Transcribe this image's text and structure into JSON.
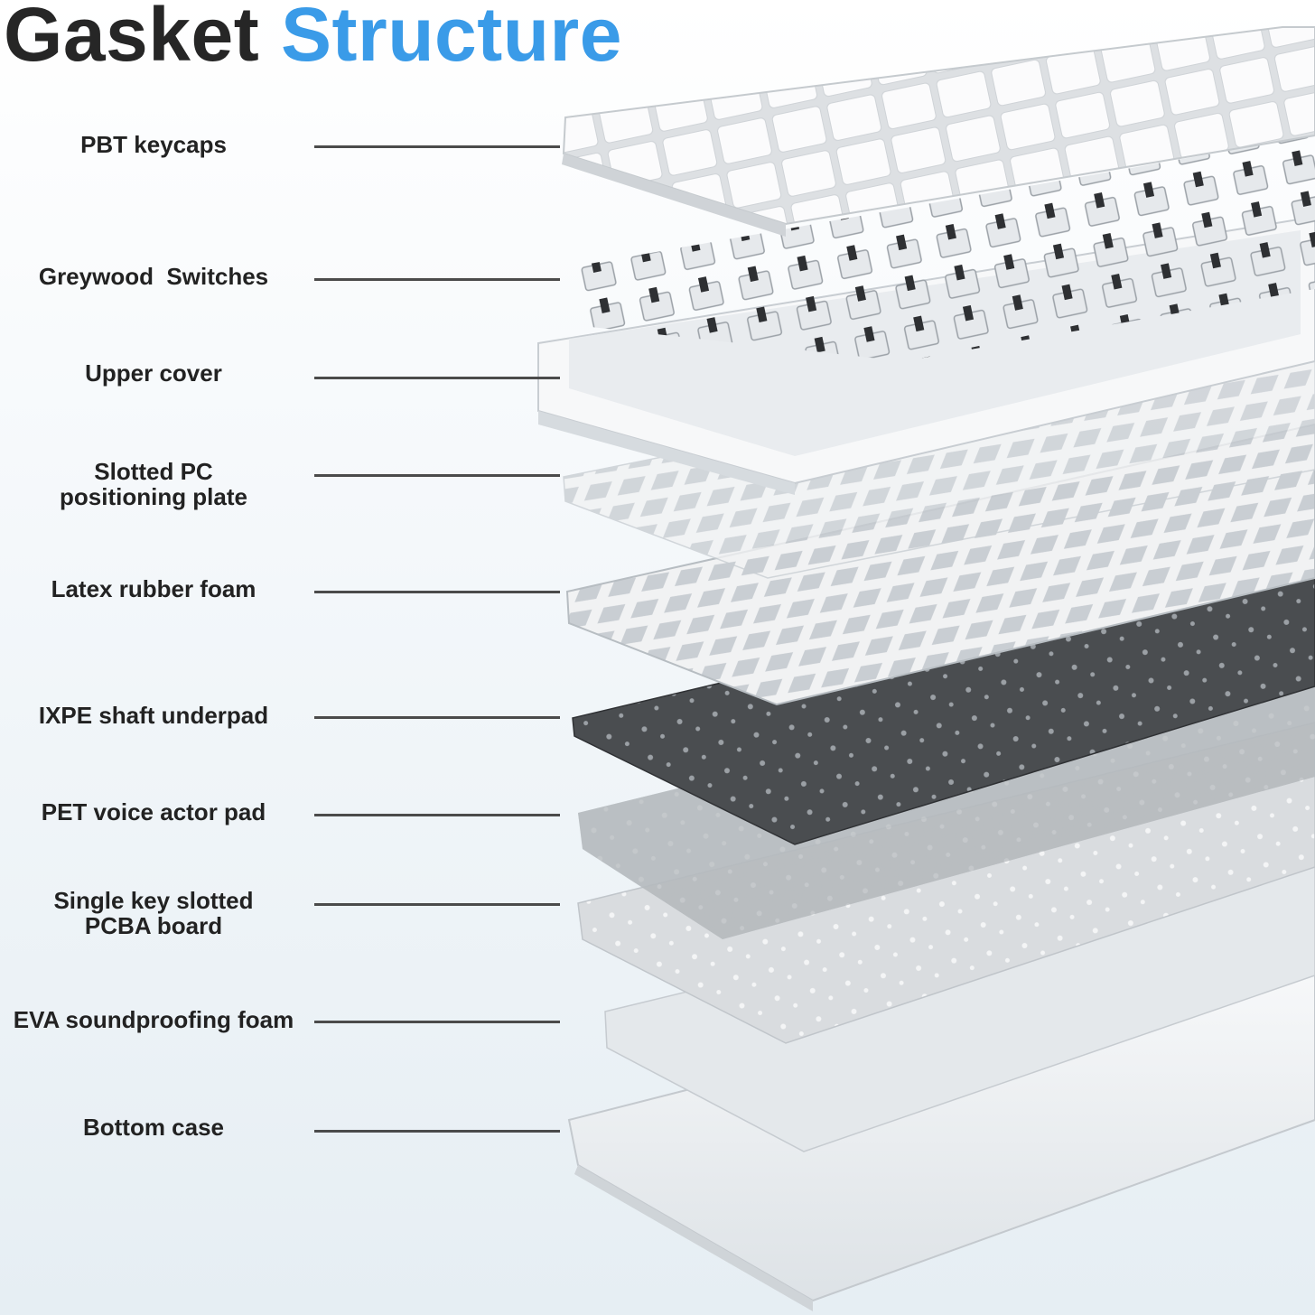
{
  "title": {
    "part1": "Gasket",
    "part2": "Structure"
  },
  "colors": {
    "title_dark": "#262626",
    "title_accent": "#3a9be8",
    "label": "#222222",
    "leader": "#4b4b4b"
  },
  "layers": [
    {
      "lines": [
        "PBT keycaps"
      ]
    },
    {
      "lines": [
        "Greywood  Switches"
      ]
    },
    {
      "lines": [
        "Upper cover"
      ]
    },
    {
      "lines": [
        "Slotted PC",
        "positioning plate"
      ]
    },
    {
      "lines": [
        "Latex rubber foam"
      ]
    },
    {
      "lines": [
        "IXPE shaft underpad"
      ]
    },
    {
      "lines": [
        "PET voice actor pad"
      ]
    },
    {
      "lines": [
        "Single key slotted",
        "PCBA board"
      ]
    },
    {
      "lines": [
        "EVA soundproofing foam"
      ]
    },
    {
      "lines": [
        "Bottom case"
      ]
    }
  ]
}
